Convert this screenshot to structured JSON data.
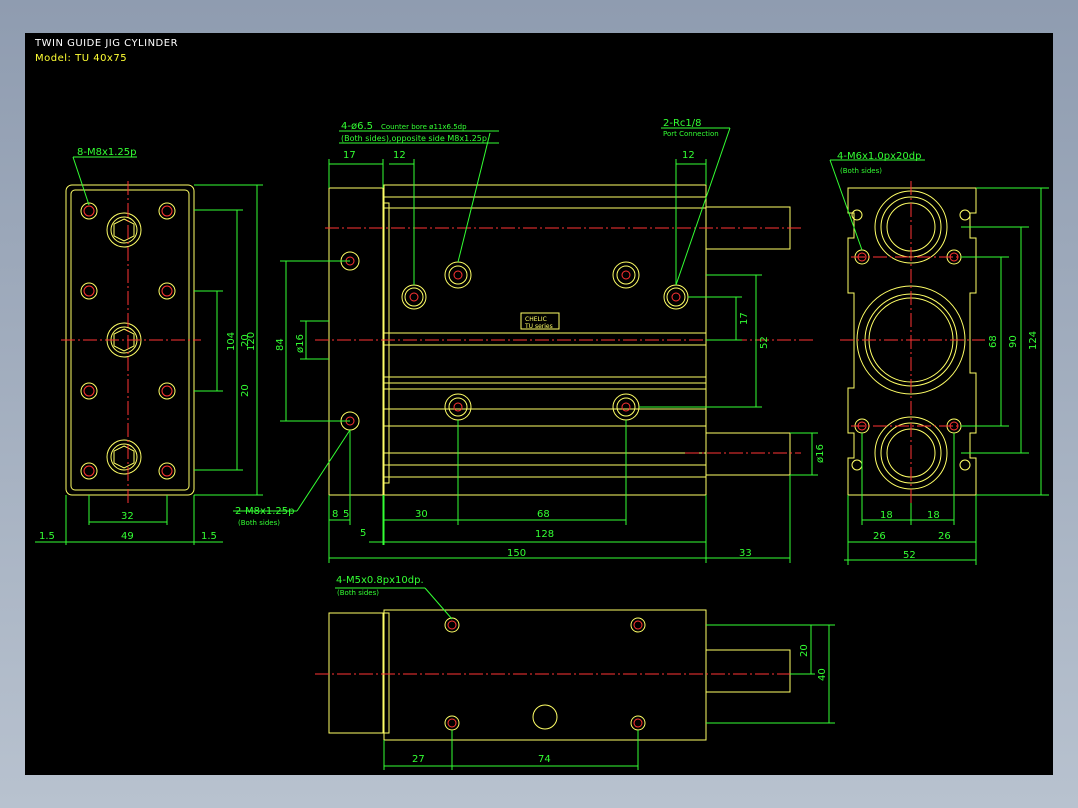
{
  "drawing": {
    "title": "TWIN GUIDE JIG CYLINDER",
    "model_label": "Model:",
    "model_value": "TU 40x75"
  },
  "callouts": {
    "m8_left": "8-M8x1.25p",
    "bore_line1": "4-ø6.5",
    "bore_line1b": "Counter bore ø11x6.5dp",
    "bore_line2": "(Both sides),opposite side M8x1.25p",
    "port_line1": "2-Rc1/8",
    "port_line2": "Port Connection",
    "m6_line1": "4-M6x1.0px20dp",
    "m6_line2": "(Both sides)",
    "m8_front_line1": "2-M8x1.25p",
    "m8_front_line2": "(Both sides)",
    "m5_line1": "4-M5x0.8px10dp.",
    "m5_line2": "(Both sides)",
    "logo_line1": "CHELIC",
    "logo_line2": "TU series"
  },
  "dims": {
    "left": {
      "d20a": "20",
      "d20b": "20",
      "d104": "104",
      "d120": "120",
      "d32": "32",
      "d49": "49",
      "d1_5a": "1.5",
      "d1_5b": "1.5"
    },
    "front": {
      "d17top": "17",
      "d12a": "12",
      "d12b": "12",
      "d84": "84",
      "d16a": "ø16",
      "d17r": "17",
      "d52": "52",
      "d16b": "ø16",
      "d8": "8",
      "d5a": "5",
      "d5b": "5",
      "d30": "30",
      "d68": "68",
      "d128": "128",
      "d150": "150",
      "d33": "33"
    },
    "right": {
      "d68": "68",
      "d90": "90",
      "d124": "124",
      "d18a": "18",
      "d18b": "18",
      "d26a": "26",
      "d26b": "26",
      "d52": "52"
    },
    "bottom": {
      "d20": "20",
      "d40": "40",
      "d27": "27",
      "d74": "74"
    }
  },
  "colors": {
    "outline": "#ffff66",
    "dimension": "#33ff33",
    "centerline": "#ff3333",
    "hole": "#ff3333",
    "text": "#33ff33",
    "background": "#000000"
  }
}
